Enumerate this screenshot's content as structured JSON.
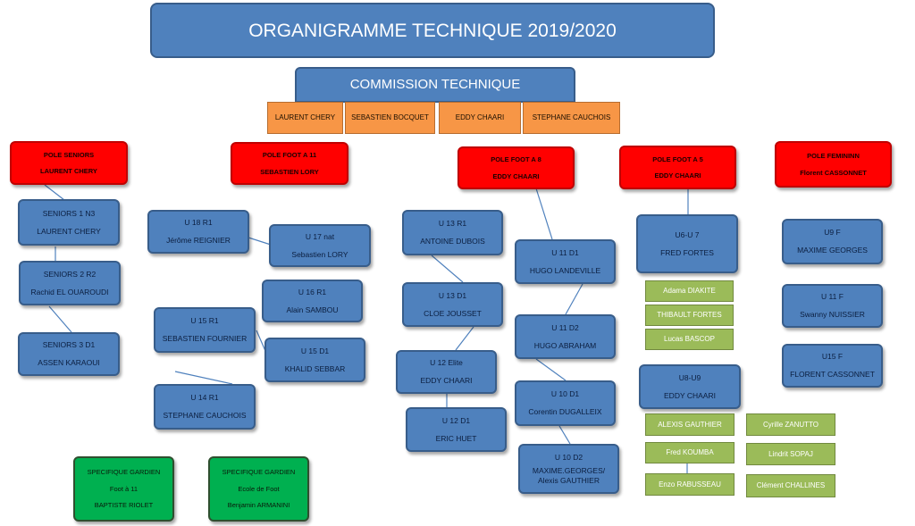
{
  "title": "ORGANIGRAMME TECHNIQUE 2019/2020",
  "commission": {
    "label": "COMMISSION TECHNIQUE",
    "members": [
      "LAURENT CHERY",
      "SEBASTIEN BOCQUET",
      "EDDY CHAARI",
      "STEPHANE CAUCHOIS"
    ]
  },
  "poles": {
    "seniors": {
      "label": "POLE SENIORS",
      "lead": "LAURENT CHERY"
    },
    "foot11": {
      "label": "POLE FOOT A 11",
      "lead": "SEBASTIEN LORY"
    },
    "foot8": {
      "label": "POLE FOOT A 8",
      "lead": "EDDY CHAARI"
    },
    "foot5": {
      "label": "POLE FOOT A 5",
      "lead": "EDDY CHAARI"
    },
    "feminin": {
      "label": "POLE FEMININN",
      "lead": "Florent CASSONNET"
    }
  },
  "teams": {
    "seniors1": {
      "label": "SENIORS 1 N3",
      "coach": "LAURENT CHERY"
    },
    "seniors2": {
      "label": "SENIORS 2 R2",
      "coach": "Rachid EL OUAROUDI"
    },
    "seniors3": {
      "label": "SENIORS 3 D1",
      "coach": "ASSEN KARAOUI"
    },
    "u18r1": {
      "label": "U 18 R1",
      "coach": "Jérôme REIGNIER"
    },
    "u17nat": {
      "label": "U 17 nat",
      "coach": "Sebastien LORY"
    },
    "u16r1": {
      "label": "U 16 R1",
      "coach": "Alain SAMBOU"
    },
    "u15r1": {
      "label": "U 15 R1",
      "coach": "SEBASTIEN FOURNIER"
    },
    "u15d1": {
      "label": "U 15 D1",
      "coach": "KHALID SEBBAR"
    },
    "u14r1": {
      "label": "U 14 R1",
      "coach": "STEPHANE CAUCHOIS"
    },
    "u13r1": {
      "label": "U 13 R1",
      "coach": "ANTOINE DUBOIS"
    },
    "u13d1": {
      "label": "U 13 D1",
      "coach": "CLOE JOUSSET"
    },
    "u12elite": {
      "label": "U 12 Elite",
      "coach": "EDDY CHAARI"
    },
    "u12d1": {
      "label": "U 12 D1",
      "coach": "ERIC HUET"
    },
    "u11d1": {
      "label": "U 11 D1",
      "coach": "HUGO LANDEVILLE"
    },
    "u11d2": {
      "label": "U 11 D2",
      "coach": "HUGO ABRAHAM"
    },
    "u10d1": {
      "label": "U 10 D1",
      "coach": "Corentin DUGALLEIX"
    },
    "u10d2": {
      "label": "U 10 D2",
      "coach": "MAXIME.GEORGES/",
      "coach2": "Alexis GAUTHIER"
    },
    "u6u7": {
      "label": "U6-U 7",
      "coach": "FRED FORTES"
    },
    "u8u9": {
      "label": "U8-U9",
      "coach": "EDDY CHAARI"
    },
    "u9f": {
      "label": "U9 F",
      "coach": "MAXIME GEORGES"
    },
    "u11f": {
      "label": "U 11 F",
      "coach": "Swanny NUISSIER"
    },
    "u15f": {
      "label": "U15 F",
      "coach": "FLORENT CASSONNET"
    }
  },
  "assistants_u6u7": [
    "Adama DIAKITE",
    "THIBAULT FORTES",
    "Lucas BASCOP"
  ],
  "assistants_u8u9_left": [
    "ALEXIS GAUTHIER",
    "Fred KOUMBA",
    "Enzo RABUSSEAU"
  ],
  "assistants_u8u9_right": [
    "Cyrille ZANUTTO",
    "Lindrit SOPAJ",
    "Clément CHALLINES"
  ],
  "goalkeepers": [
    {
      "label": "SPECIFIQUE GARDIEN",
      "sub": "Foot à 11",
      "coach": "BAPTISTE RIOLET"
    },
    {
      "label": "SPECIFIQUE GARDIEN",
      "sub": "Ecole de Foot",
      "coach": "Benjamin ARMANINI"
    }
  ],
  "colors": {
    "box_blue": "#4f81bd",
    "pole_red": "#ff0000",
    "commission_orange": "#f79646",
    "assistant_olive": "#9bbb59",
    "goalkeeper_green": "#00b050"
  }
}
